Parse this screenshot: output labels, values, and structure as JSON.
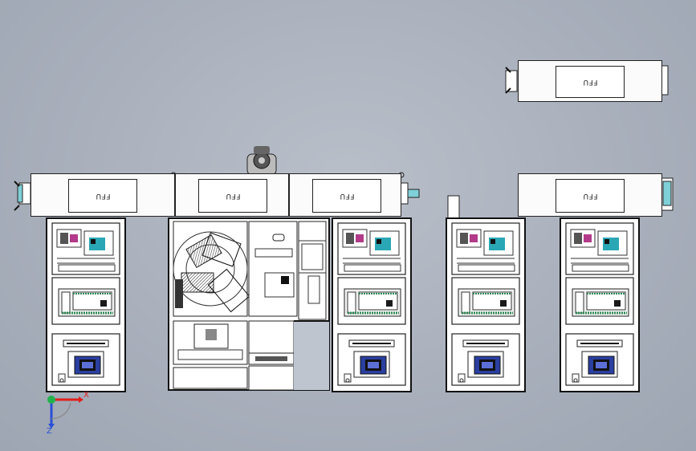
{
  "ffu_units": [
    {
      "id": "ffu-top-right",
      "label": "FFU"
    },
    {
      "id": "ffu-1",
      "label": "FFU"
    },
    {
      "id": "ffu-2",
      "label": "FFU"
    },
    {
      "id": "ffu-3",
      "label": "FFU"
    },
    {
      "id": "ffu-4",
      "label": "FFU"
    }
  ],
  "axes": {
    "x_label": "X",
    "z_label": "Z"
  },
  "colors": {
    "x_axis": "#e0201b",
    "y_axis": "#22b24c",
    "z_axis": "#2a4fd6",
    "equipment_blue": "#2a3fa0",
    "board_green": "#2e8b57"
  }
}
